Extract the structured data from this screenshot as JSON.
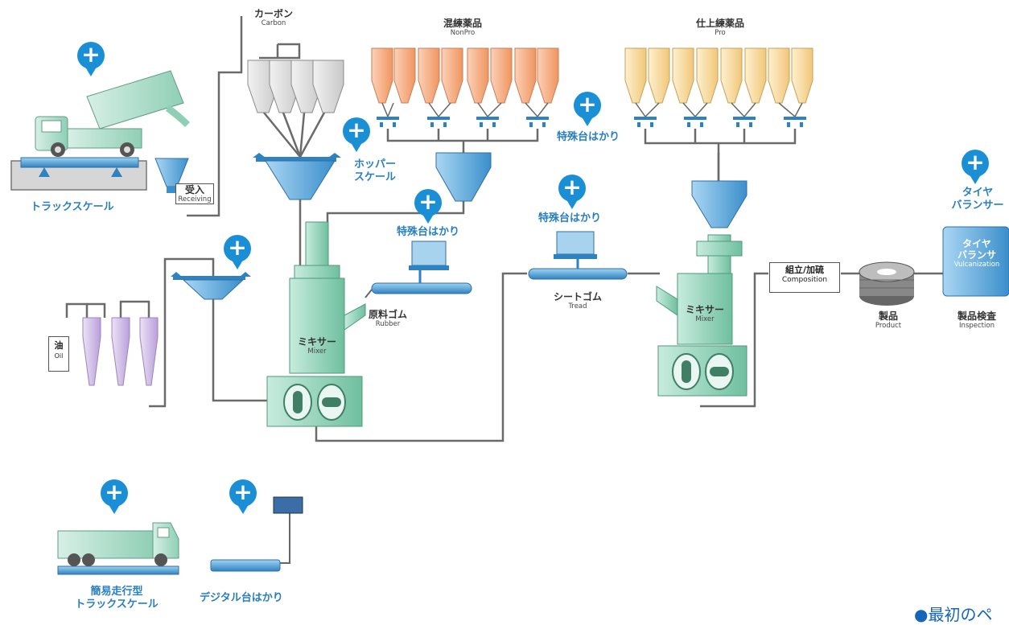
{
  "labels": {
    "carbon_jp": "カーボン",
    "carbon_en": "Carbon",
    "nonpro_jp": "混練薬品",
    "nonpro_en": "NonPro",
    "pro_jp": "仕上練薬品",
    "pro_en": "Pro",
    "special_scale_top": "特殊台はかり",
    "special_scale_mid": "特殊台はかり",
    "special_scale_tread": "特殊台はかり",
    "hopper_scale_1": "ホッパー",
    "hopper_scale_2": "スケール",
    "truck_scale": "トラックスケール",
    "receiving_jp": "受入",
    "receiving_en": "Receiving",
    "oil_jp": "油",
    "oil_en": "Oil",
    "rubber_jp": "原料ゴム",
    "rubber_en": "Rubber",
    "mixer1_jp": "ミキサー",
    "mixer1_en": "Mixer",
    "mixer2_jp": "ミキサー",
    "mixer2_en": "Mixer",
    "tread_jp": "シートゴム",
    "tread_en": "Tread",
    "composition_jp": "組立/加硫",
    "composition_en": "Composition",
    "product_jp": "製品",
    "product_en": "Product",
    "tire_balancer_1": "タイヤ",
    "tire_balancer_2": "バランサー",
    "vulc_box_1": "タイヤ",
    "vulc_box_2": "バランサ",
    "vulc_box_en": "Vulcanization",
    "inspection_jp": "製品検査",
    "inspection_en": "Inspection",
    "simple_truck_1": "簡易走行型",
    "simple_truck_2": "トラックスケール",
    "digital_scale": "デジタル台はかり"
  },
  "plus_symbol": "+",
  "footer": {
    "link_text": "●最初のペ"
  },
  "colors": {
    "accent": "#1a8fd6",
    "label_blue": "#2a7fc0",
    "hopper_blue": "#4aa3db",
    "mixer_green": "#8fd0b8",
    "silo_gray": "#d8d8d8",
    "silo_orange": "#f6b08a",
    "silo_yellow": "#f7dca0",
    "silo_purple": "#c9b6e0",
    "pipe": "#666666"
  }
}
